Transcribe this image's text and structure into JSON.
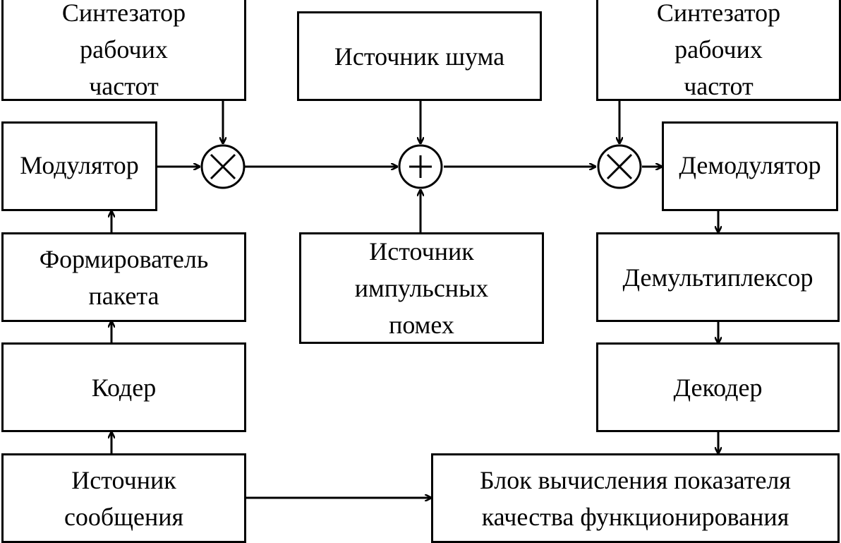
{
  "blocks": {
    "synth_left": [
      "Синтезатор",
      "рабочих",
      "частот"
    ],
    "noise_source": [
      "Источник шума"
    ],
    "synth_right": [
      "Синтезатор",
      "рабочих",
      "частот"
    ],
    "modulator": [
      "Модулятор"
    ],
    "demodulator": [
      "Демодулятор"
    ],
    "packet_former": [
      "Формирователь",
      "пакета"
    ],
    "impulse_source": [
      "Источник",
      "импульсных",
      "помех"
    ],
    "demultiplexer": [
      "Демультиплексор"
    ],
    "coder": [
      "Кодер"
    ],
    "decoder": [
      "Декодер"
    ],
    "message_source": [
      "Источник",
      "сообщения"
    ],
    "quality_block": [
      "Блок вычисления показателя",
      "качества функционирования"
    ]
  },
  "operators": {
    "mixer_left": "×",
    "adder": "+",
    "mixer_right": "×"
  }
}
